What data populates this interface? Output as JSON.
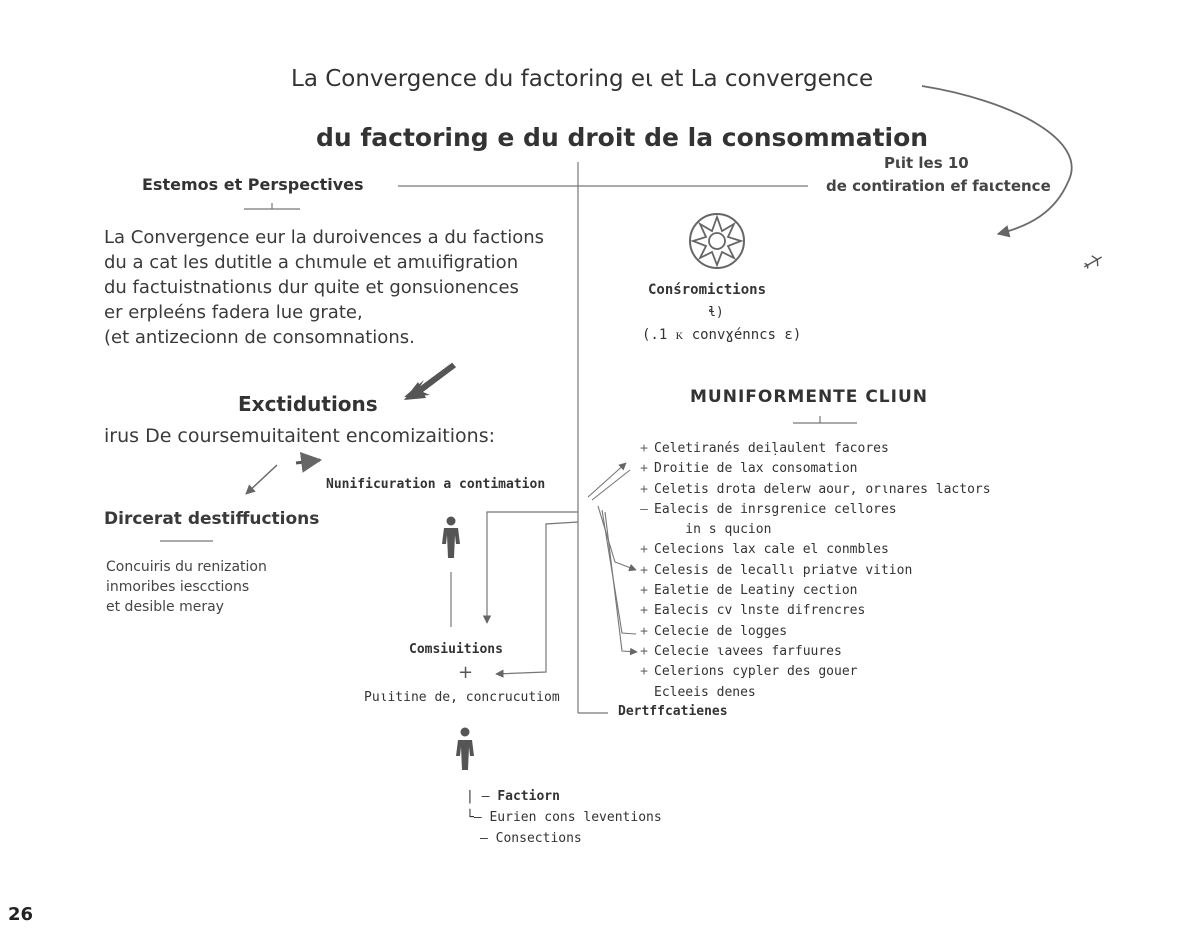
{
  "title": {
    "line1": "La Convergence du factoring eι et La convergence",
    "line2": "du factoring e du droit de la consommation"
  },
  "note": {
    "line1": "Pιit les 10",
    "line2": "de contiration ef faιctence"
  },
  "left": {
    "heading": "Estemos et Perspectives",
    "paragraph": [
      "La Convergence eur la duroivences a du factions",
      "du a cat les dutitle a chιmule  et amιιifigration",
      "du factuistnationιs dur quite et gonsιionences",
      "er erpleéns fadera lue grate,",
      "(et antizecionn de consomnations."
    ],
    "section_title": "Exctidutions",
    "section_sub": "irus De coursemuitaitent encomizaitions:",
    "sub_heading": "Dircerat destiffuctions",
    "sub_text": [
      "Concuiris du renization",
      "inmoribes iescctions",
      "et desible meray"
    ]
  },
  "center": {
    "label_top": "Nunificuration a contimation",
    "label_mid": "Comsiuitions",
    "plus": "+",
    "label_bottom": "Puιitine de, concrucutiom",
    "tree": [
      "Factiorn",
      "Eurien cons leventions",
      "Consections"
    ],
    "tree_marks": [
      "| —",
      "└—",
      "—"
    ],
    "footer_item": "Dertffcatienes"
  },
  "right": {
    "emblem_label": "Conśromictions",
    "emblem_sub1": "ɬ)",
    "emblem_sub2": "(.1 ᴋ convɣénncs ɛ)",
    "heading": "MUNIFORMENTE CLIUN",
    "items": [
      {
        "mark": "+",
        "text": "Celetiranés deiḷaulent facores"
      },
      {
        "mark": "+",
        "text": "Droitie de lax consomation"
      },
      {
        "mark": "+",
        "text": "Celetis drota  delerw aour, orιnares lactors"
      },
      {
        "mark": "–",
        "text": "Ealecis de inrsgrenice  cellores"
      },
      {
        "mark": "",
        "text": "    in s qucion"
      },
      {
        "mark": "+",
        "text": "Celecions lax cale el conmbles"
      },
      {
        "mark": "+",
        "text": "Celesis de lecallι priatve vition"
      },
      {
        "mark": "+",
        "text": "Ealetie de Leatiny cection"
      },
      {
        "mark": "+",
        "text": "Ealecis cv lnste difrencres"
      },
      {
        "mark": "+",
        "text": "Celecie de logges"
      },
      {
        "mark": "+",
        "text": "Celecie ɩavees farfuures"
      },
      {
        "mark": "+",
        "text": "Celerions cypler des gouer"
      },
      {
        "mark": "",
        "text": "Ecleeis denes"
      }
    ]
  },
  "page_number": "26",
  "colors": {
    "ink": "#333333",
    "line": "#6b6b6b",
    "arrow_fill": "#555555"
  }
}
